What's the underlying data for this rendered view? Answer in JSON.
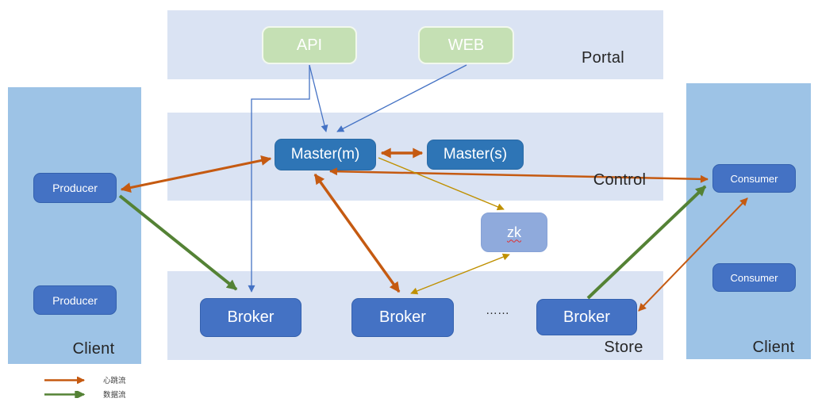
{
  "bands": {
    "portal": "Portal",
    "control": "Control",
    "store": "Store"
  },
  "left_panel": {
    "label": "Client",
    "nodes": [
      "Producer",
      "Producer"
    ]
  },
  "right_panel": {
    "label": "Client",
    "nodes": [
      "Consumer",
      "Consumer"
    ]
  },
  "portal_nodes": {
    "api": "API",
    "web": "WEB"
  },
  "control_nodes": {
    "master_m": "Master(m)",
    "master_s": "Master(s)",
    "zk": "zk"
  },
  "store_nodes": {
    "broker1": "Broker",
    "broker2": "Broker",
    "broker3": "Broker",
    "ellipsis": "……"
  },
  "legend": {
    "heartbeat": {
      "label": "心跳流",
      "color": "#C55A11"
    },
    "data": {
      "label": "数据流",
      "color": "#548235"
    }
  },
  "colors": {
    "band_bg": "#DAE3F3",
    "client_panel_bg": "#9DC3E6",
    "node_blue": "#4472C4",
    "master_blue": "#2E75B6",
    "zk_blue": "#8FAADC",
    "portal_green": "#C5E0B4",
    "heartbeat_orange": "#C55A11",
    "data_green": "#548235",
    "zk_link_gold": "#BF9000",
    "portal_link_blue": "#4472C4"
  }
}
